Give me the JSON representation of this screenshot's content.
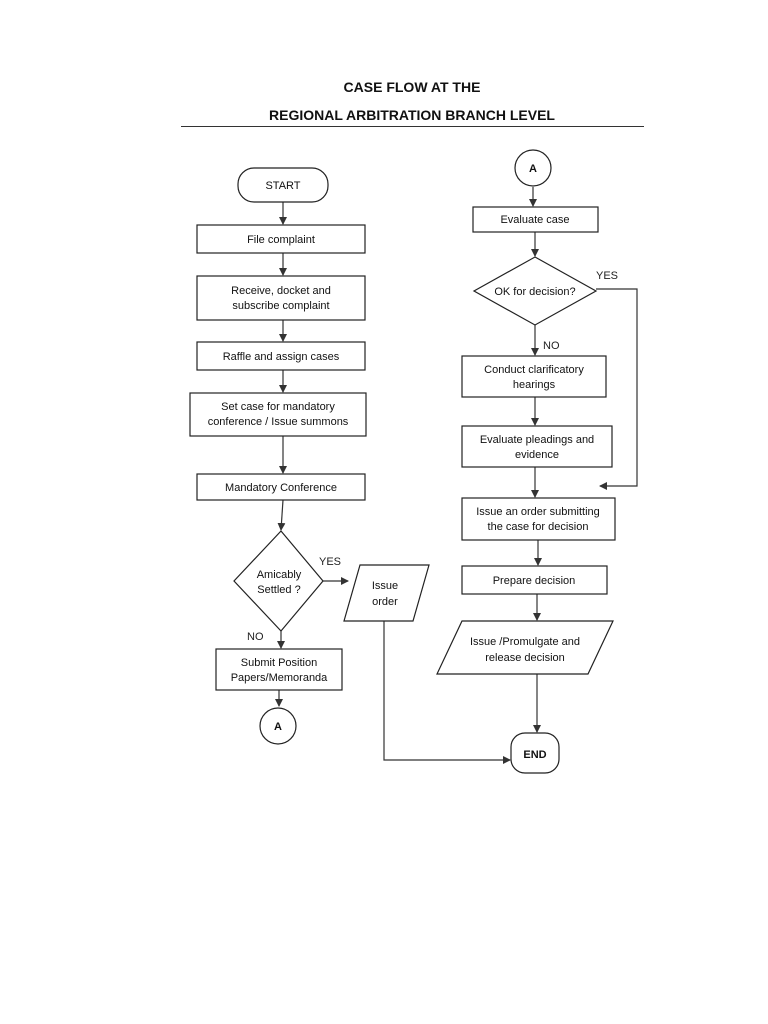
{
  "header": {
    "title_line1": "CASE FLOW AT THE",
    "title_line2": "REGIONAL ARBITRATION BRANCH LEVEL"
  },
  "nodes": {
    "start": "START",
    "file_complaint": "File complaint",
    "receive_1": "Receive, docket and",
    "receive_2": "subscribe complaint",
    "raffle": "Raffle and assign cases",
    "setcase_1": "Set case for mandatory",
    "setcase_2": "conference / Issue summons",
    "mandatory_conf": "Mandatory Conference",
    "amicable_1": "Amicably",
    "amicable_2": "Settled ?",
    "issue_order_1": "Issue",
    "issue_order_2": "order",
    "submit_1": "Submit Position",
    "submit_2": "Papers/Memoranda",
    "connector_a": "A",
    "connector_a_top": "A",
    "evaluate_case": "Evaluate case",
    "ok_decision": "OK for decision?",
    "clarif_1": "Conduct clarificatory",
    "clarif_2": "hearings",
    "pleadings_1": "Evaluate pleadings and",
    "pleadings_2": "evidence",
    "issue_submit_1": "Issue an order submitting",
    "issue_submit_2": "the case for decision",
    "prepare": "Prepare decision",
    "promulgate_1": "Issue /Promulgate and",
    "promulgate_2": "release decision",
    "end": "END"
  },
  "edge_labels": {
    "amicable_yes": "YES",
    "amicable_no": "NO",
    "ok_yes": "YES",
    "ok_no": "NO"
  }
}
